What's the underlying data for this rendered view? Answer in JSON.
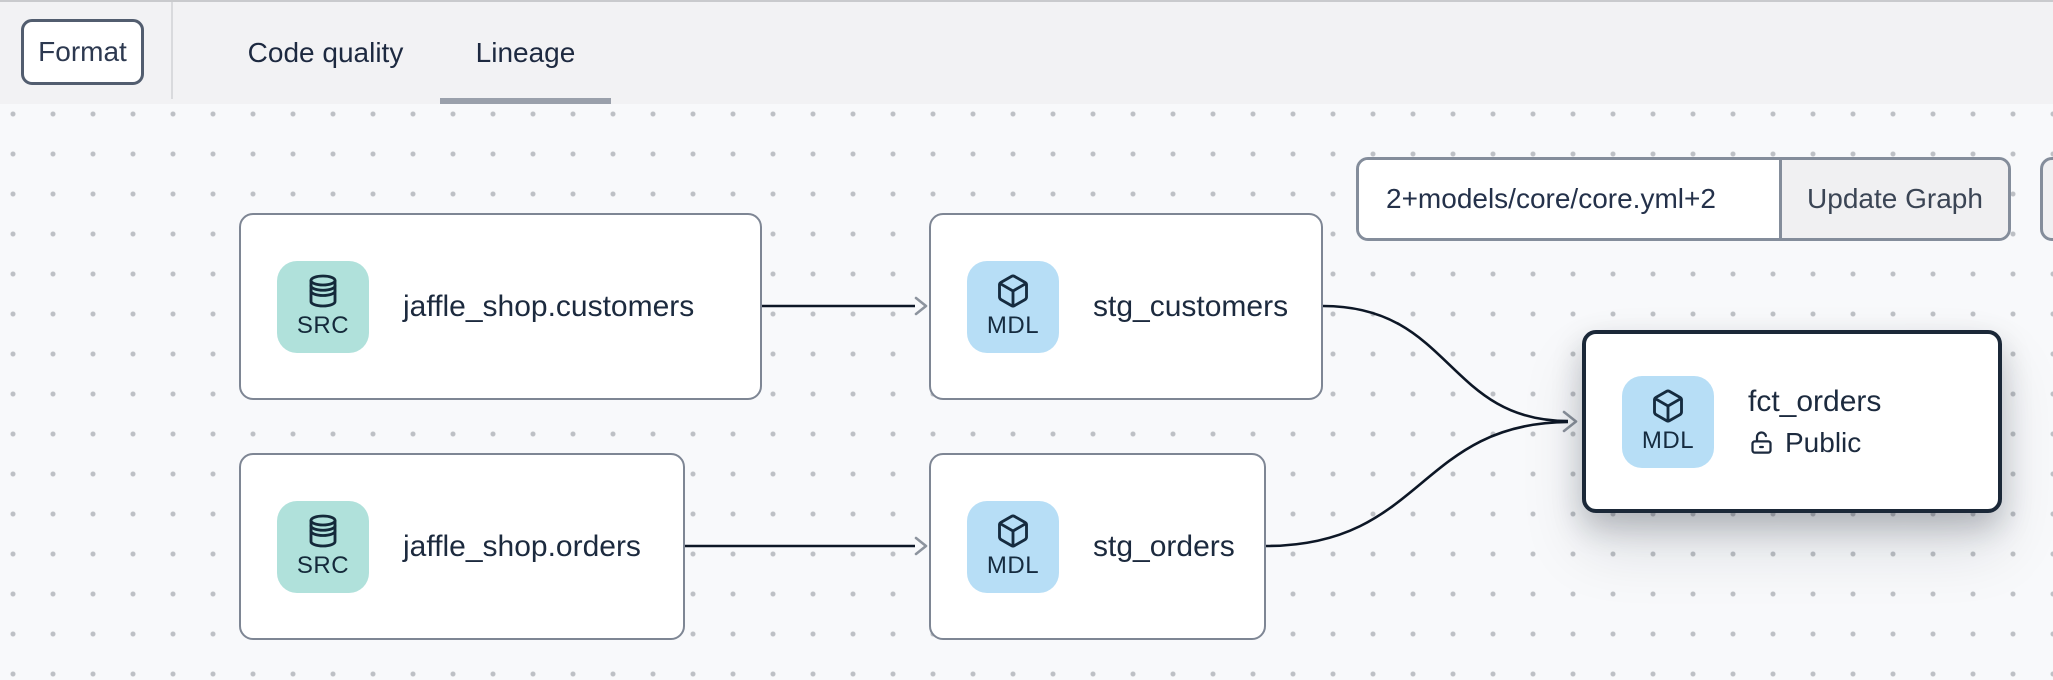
{
  "header": {
    "format_button": "Format",
    "tabs": [
      {
        "label": "Code quality",
        "active": false
      },
      {
        "label": "Lineage",
        "active": true
      }
    ]
  },
  "graph_controls": {
    "selector_value": "2+models/core/core.yml+2",
    "update_button": "Update Graph"
  },
  "lineage": {
    "nodes": [
      {
        "badge": "SRC",
        "icon": "database-icon",
        "title": "jaffle_shop.customers"
      },
      {
        "badge": "MDL",
        "icon": "cube-icon",
        "title": "stg_customers"
      },
      {
        "badge": "SRC",
        "icon": "database-icon",
        "title": "jaffle_shop.orders"
      },
      {
        "badge": "MDL",
        "icon": "cube-icon",
        "title": "stg_orders"
      },
      {
        "badge": "MDL",
        "icon": "cube-icon",
        "title": "fct_orders",
        "access": "Public"
      }
    ],
    "edges": [
      {
        "from": "jaffle_shop.customers",
        "to": "stg_customers"
      },
      {
        "from": "jaffle_shop.orders",
        "to": "stg_orders"
      },
      {
        "from": "stg_customers",
        "to": "fct_orders"
      },
      {
        "from": "stg_orders",
        "to": "fct_orders"
      }
    ]
  },
  "colors": {
    "source_badge_bg": "#b0e1db",
    "model_badge_bg": "#b7def6",
    "node_border": "#7e8694",
    "selected_node_border": "#1b2838",
    "edge_line": "#0d1726",
    "arrowhead": "#8d949e",
    "canvas_bg": "#f8f9fb",
    "header_bg": "#f2f2f4",
    "tab_underline": "#9aa0ab"
  }
}
